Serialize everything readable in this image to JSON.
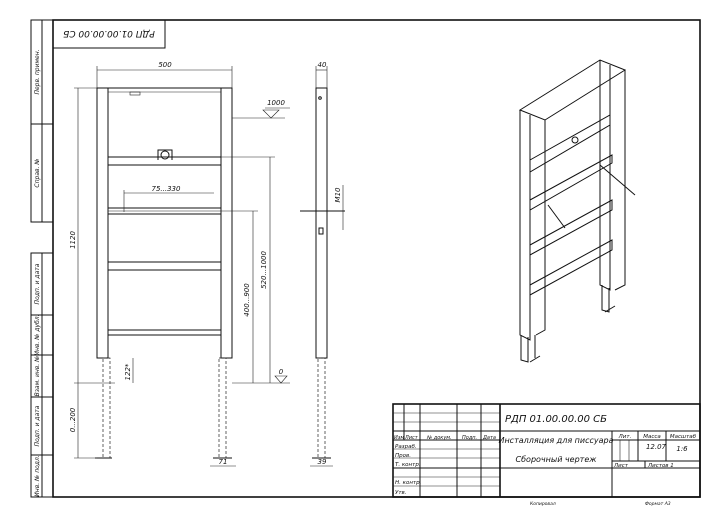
{
  "stamp_code": "РДП 01.00.00.00 СБ",
  "side_labels": [
    "Перв. примен.",
    "Справ. №",
    "Подп. и дата",
    "Инв. № дубл.",
    "Взам. инв. №",
    "Подп. и дата",
    "Инв. № подл."
  ],
  "dimensions": {
    "width": "500",
    "height": "1120",
    "level": "1000",
    "range_75_330": "75...330",
    "range_400_900": "400...900",
    "range_520_1000": "520...1000",
    "leg_122": "122*",
    "range_0_200": "0...200",
    "zero": "0",
    "foot_71": "71",
    "depth_40": "40",
    "thread": "M10",
    "foot_39": "39"
  },
  "title_block": {
    "code": "РДП 01.00.00.00 СБ",
    "name": "Инсталляция для писсуара",
    "doc_type": "Сборочный чертеж",
    "lit": "Лит.",
    "mass_label": "Масса",
    "scale_label": "Масштаб",
    "mass": "12.07",
    "scale": "1:6",
    "sheet": "Лист",
    "sheets": "Листов  1",
    "headers": [
      "Изм",
      "Лист",
      "№ докум.",
      "Подп.",
      "Дата"
    ],
    "roles": [
      "Разраб.",
      "Пров.",
      "Т. контр.",
      "Н. контр.",
      "Утв."
    ],
    "copied": "Копировал",
    "format": "Формат A3"
  }
}
